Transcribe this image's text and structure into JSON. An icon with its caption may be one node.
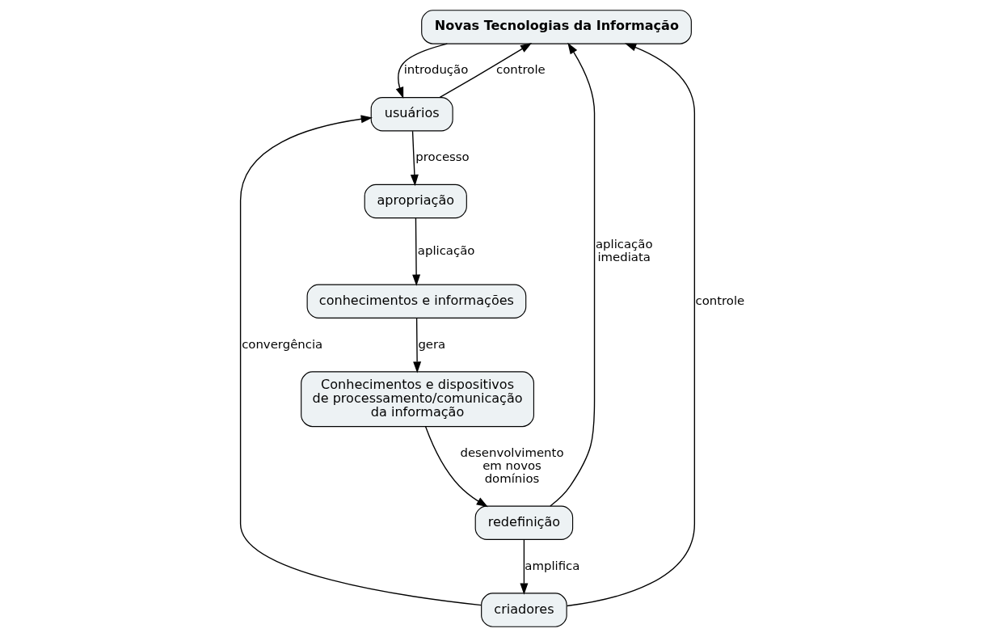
{
  "diagram": {
    "nodes": [
      {
        "text": [
          "Novas Tecnologias da Informação"
        ]
      },
      {
        "text": [
          "usuários"
        ]
      },
      {
        "text": [
          "criadores"
        ]
      },
      {
        "text": [
          "apropriação"
        ]
      },
      {
        "text": [
          "redefinição"
        ]
      },
      {
        "text": [
          "conhecimentos e informações"
        ]
      },
      {
        "text": [
          "Conhecimentos e dispositivos de processamento/comunicação da informação"
        ]
      }
    ],
    "edges": [
      {
        "from": 0,
        "to": 1,
        "arrow": "to",
        "label": "introdução"
      },
      {
        "from": 1,
        "to": 0,
        "arrow": "to",
        "label": "controle"
      },
      {
        "from": 2,
        "to": 0,
        "arrow": "to",
        "label": "controle"
      },
      {
        "from": 2,
        "to": 1,
        "arrow": "to",
        "label": "convergência"
      },
      {
        "from": 1,
        "to": 3,
        "arrow": "to",
        "label": "processo"
      },
      {
        "from": 3,
        "to": 5,
        "arrow": "to",
        "label": "aplicação"
      },
      {
        "from": 5,
        "to": 6,
        "arrow": "to",
        "label": "gera"
      },
      {
        "from": 6,
        "to": 4,
        "arrow": "to",
        "label": "desenvolvimento em novos domínios"
      },
      {
        "from": 4,
        "to": 2,
        "arrow": "to",
        "label": "amplifica"
      },
      {
        "from": 4,
        "to": 0,
        "arrow": "to",
        "label": "aplicação imediata"
      }
    ]
  }
}
